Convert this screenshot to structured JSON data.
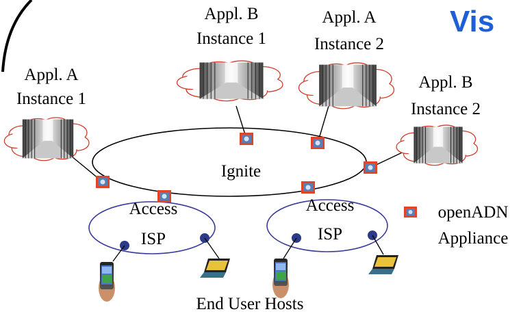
{
  "title": "Vis",
  "colors": {
    "title": "#1f5fd6",
    "ring": "#000000",
    "access_ring": "#3a3a9a",
    "endpoint": "#2b3a8a",
    "appliance_border": "#e0452a",
    "appliance_fill": "#5a7fb5",
    "laptop_screen": "#e8c23a"
  },
  "apps": [
    {
      "line1": "Appl. A",
      "line2": "Instance 1"
    },
    {
      "line1": "Appl. B",
      "line2": "Instance 1"
    },
    {
      "line1": "Appl. A",
      "line2": "Instance 2"
    },
    {
      "line1": "Appl. B",
      "line2": "Instance 2"
    }
  ],
  "core_label": "Ignite",
  "access": [
    {
      "line1": "Access",
      "line2": "ISP"
    },
    {
      "line1": "Access",
      "line2": "ISP"
    }
  ],
  "legend": {
    "line1": "openADN",
    "line2": "Appliance"
  },
  "footer": "End User Hosts"
}
